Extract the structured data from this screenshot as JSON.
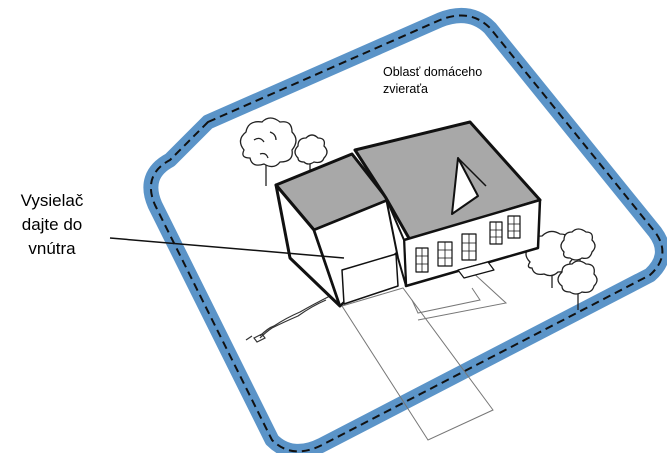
{
  "labels": {
    "pet_area": [
      "Oblasť domáceho",
      "zvieraťa"
    ],
    "transmitter": [
      "Vysielač",
      "dajte do",
      "vnútra"
    ]
  },
  "colors": {
    "boundary_outer": "#5b94c8",
    "boundary_dash": "#111111",
    "roof": "#a8a8a8",
    "wall": "#ffffff",
    "outline": "#111111",
    "ground_line": "#666666"
  },
  "icons": [
    "tree-icon",
    "house-icon",
    "wire-icon"
  ]
}
